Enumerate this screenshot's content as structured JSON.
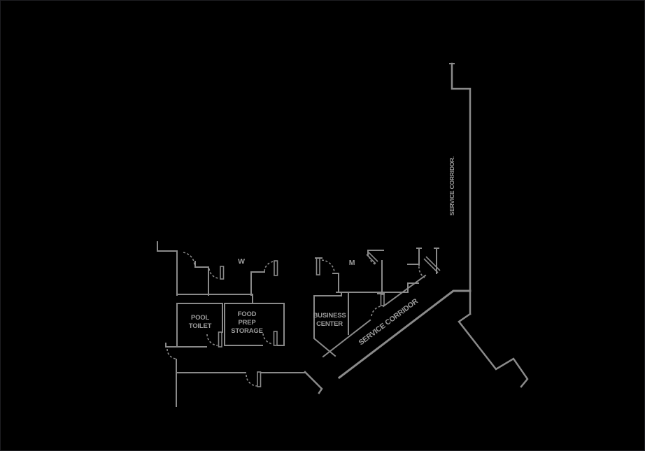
{
  "scene": {
    "type": "architectural-floor-plan",
    "background_color": "#000000",
    "wall_color": "#8a8a8a",
    "label_color": "#9c9c9c"
  },
  "labels": {
    "pool_toilet": {
      "line1": "POOL",
      "line2": "TOILET"
    },
    "food_prep_storage": {
      "line1": "FOOD",
      "line2": "PREP",
      "line3": "STORAGE"
    },
    "business_center": {
      "line1": "BUSINESS",
      "line2": "CENTER"
    },
    "restroom_women": "W",
    "restroom_men": "M",
    "service_corridor_diagonal": "SERVICE CORRIDOR",
    "service_corridor_vertical": "SERVICE CORRIDOR."
  }
}
